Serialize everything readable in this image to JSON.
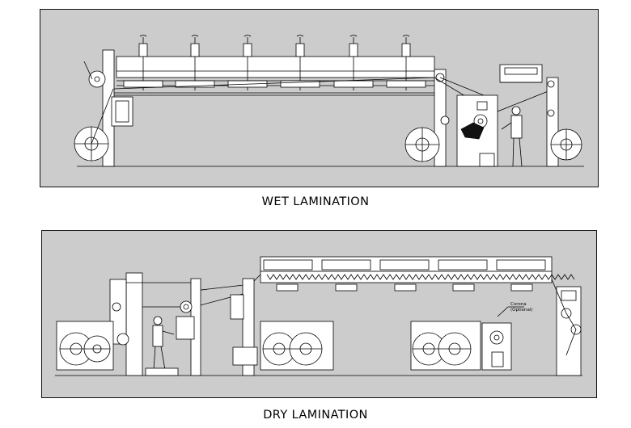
{
  "captions": {
    "wet": "WET LAMINATION",
    "dry": "DRY LAMINATION"
  },
  "callout": {
    "line1": "Corona",
    "line2": "(Optional)"
  },
  "colors": {
    "panel_fill": "#cccccc",
    "line": "#000000",
    "machine_fill": "#ffffff"
  }
}
